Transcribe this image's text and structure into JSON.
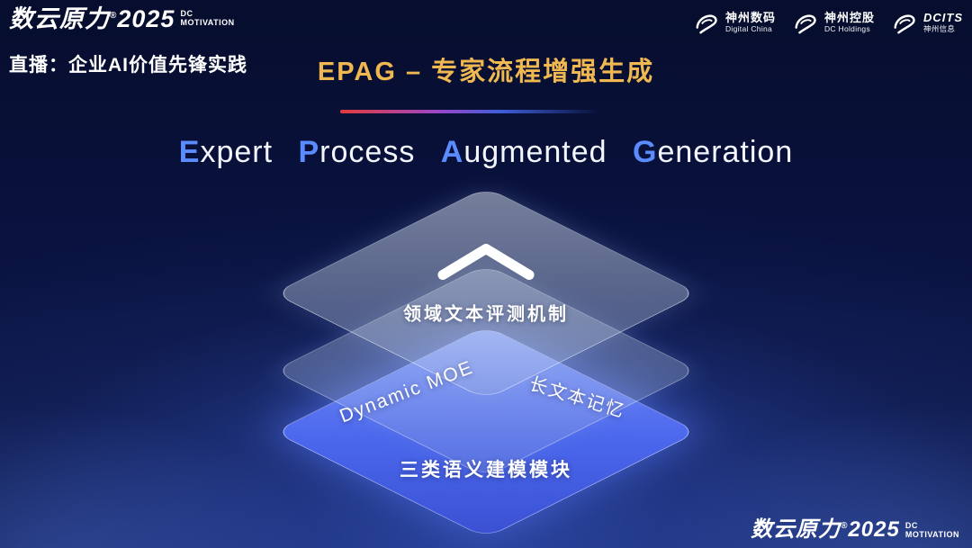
{
  "brand": {
    "name": "数云原力",
    "reg": "®",
    "year": "2025",
    "sub_line1": "DC",
    "sub_line2": "MOTIVATION"
  },
  "header": {
    "live_label": "直播：企业AI价值先锋实践",
    "slide_title": "EPAG – 专家流程增强生成",
    "partner_logos": [
      {
        "name": "神州数码",
        "sub": "Digital China"
      },
      {
        "name": "神州控股",
        "sub": "DC Holdings"
      },
      {
        "name": "DCITS",
        "sub": "神州信息"
      }
    ]
  },
  "english_title": {
    "parts": [
      {
        "lead": "E",
        "rest": "xpert"
      },
      {
        "lead": "P",
        "rest": "rocess"
      },
      {
        "lead": "A",
        "rest": "ugmented"
      },
      {
        "lead": "G",
        "rest": "eneration"
      }
    ]
  },
  "diagram": {
    "top_layer": {
      "label": "领域文本评测机制",
      "icon": "chevron-up-icon"
    },
    "middle_layer": {
      "label_left": "Dynamic MOE",
      "label_right": "长文本记忆"
    },
    "bottom_layer": {
      "label": "三类语义建模模块"
    }
  },
  "colors": {
    "title_gold": "#F0B850",
    "lead_letter_blue": "#5B8CFF",
    "divider_red": "#E23C3C",
    "bottom_layer_blue": "#4A66EC",
    "background_navy": "#0A1341"
  }
}
